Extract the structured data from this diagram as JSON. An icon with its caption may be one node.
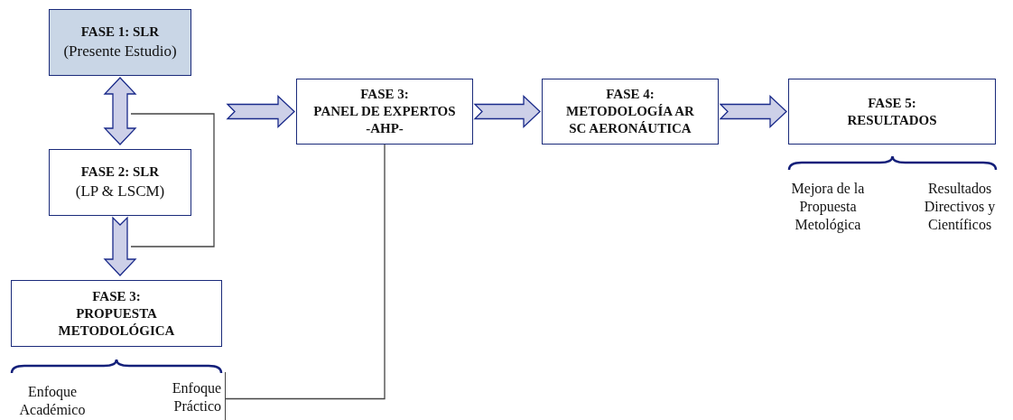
{
  "diagram": {
    "nodes": [
      {
        "text": [
          "FASE 1: SLR",
          "(Presente Estudio)"
        ]
      },
      {
        "text": [
          "FASE 2: SLR",
          "(LP & LSCM)"
        ]
      },
      {
        "text": [
          "FASE 3:",
          "PROPUESTA METODOLÓGICA"
        ]
      },
      {
        "text": [
          "FASE 3:",
          "PANEL DE EXPERTOS -AHP-"
        ]
      },
      {
        "text": [
          "FASE 4:",
          "METODOLOGÍA AR SC AERONÁUTICA"
        ]
      },
      {
        "text": [
          "FASE 5:",
          "RESULTADOS"
        ]
      },
      {
        "text": [
          "Enfoque Práctico"
        ]
      }
    ],
    "edges": [
      {
        "from": 0,
        "to": 1,
        "arrow": "both"
      },
      {
        "from": 1,
        "to": 2,
        "arrow": "to"
      },
      {
        "from": null,
        "to": 3,
        "arrow": "to"
      },
      {
        "from": 3,
        "to": 4,
        "arrow": "to"
      },
      {
        "from": 4,
        "to": 5,
        "arrow": "to"
      },
      {
        "from": 3,
        "to": 6,
        "arrow": "none"
      }
    ],
    "labels": [
      "Mejora de la Propuesta Metológica",
      "Resultados Directivos y Científicos",
      "Enfoque Académico"
    ]
  }
}
